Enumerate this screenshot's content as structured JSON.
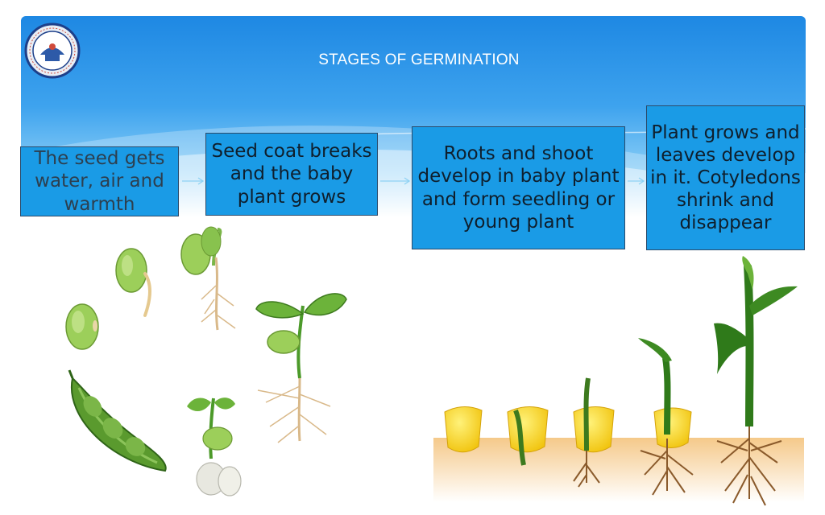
{
  "title": "STAGES OF GERMINATION",
  "steps": [
    {
      "text": "The seed gets water, air and warmth"
    },
    {
      "text": "Seed coat breaks and the baby plant grows"
    },
    {
      "text": "Roots and shoot develop in baby plant and form seedling or young plant"
    },
    {
      "text": "Plant grows and leaves develop in it. Cotyledons shrink and disappear"
    }
  ],
  "icons": {
    "logo": "institution-seal-icon",
    "bean_cycle": "bean-germination-cycle-illustration",
    "corn_stages": "corn-germination-stages-illustration"
  },
  "colors": {
    "banner_top": "#1e88e3",
    "box_fill": "#1a9be6",
    "box_border": "#2b4a6a",
    "soil": "#f5c98a",
    "leaf": "#4c9a2a"
  }
}
